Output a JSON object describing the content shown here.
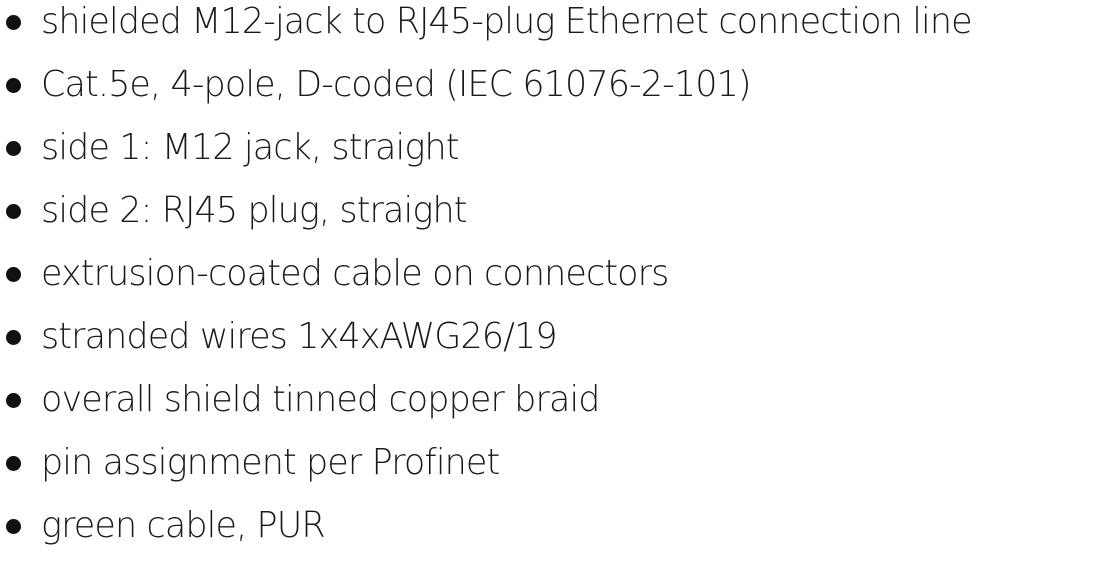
{
  "features": {
    "items": [
      {
        "label": "shielded M12-jack to RJ45-plug Ethernet connection line"
      },
      {
        "label": "Cat.5e, 4-pole, D-coded (IEC 61076-2-101)"
      },
      {
        "label": "side 1: M12 jack, straight"
      },
      {
        "label": "side 2: RJ45 plug, straight"
      },
      {
        "label": "extrusion-coated cable on connectors"
      },
      {
        "label": "stranded wires 1x4xAWG26/19"
      },
      {
        "label": "overall shield tinned copper braid"
      },
      {
        "label": "pin assignment per Profinet"
      },
      {
        "label": "green cable, PUR"
      }
    ],
    "bullet_icon": "filled-circle-bullet",
    "text_color": "#1a1a1a",
    "bullet_color": "#111111"
  }
}
